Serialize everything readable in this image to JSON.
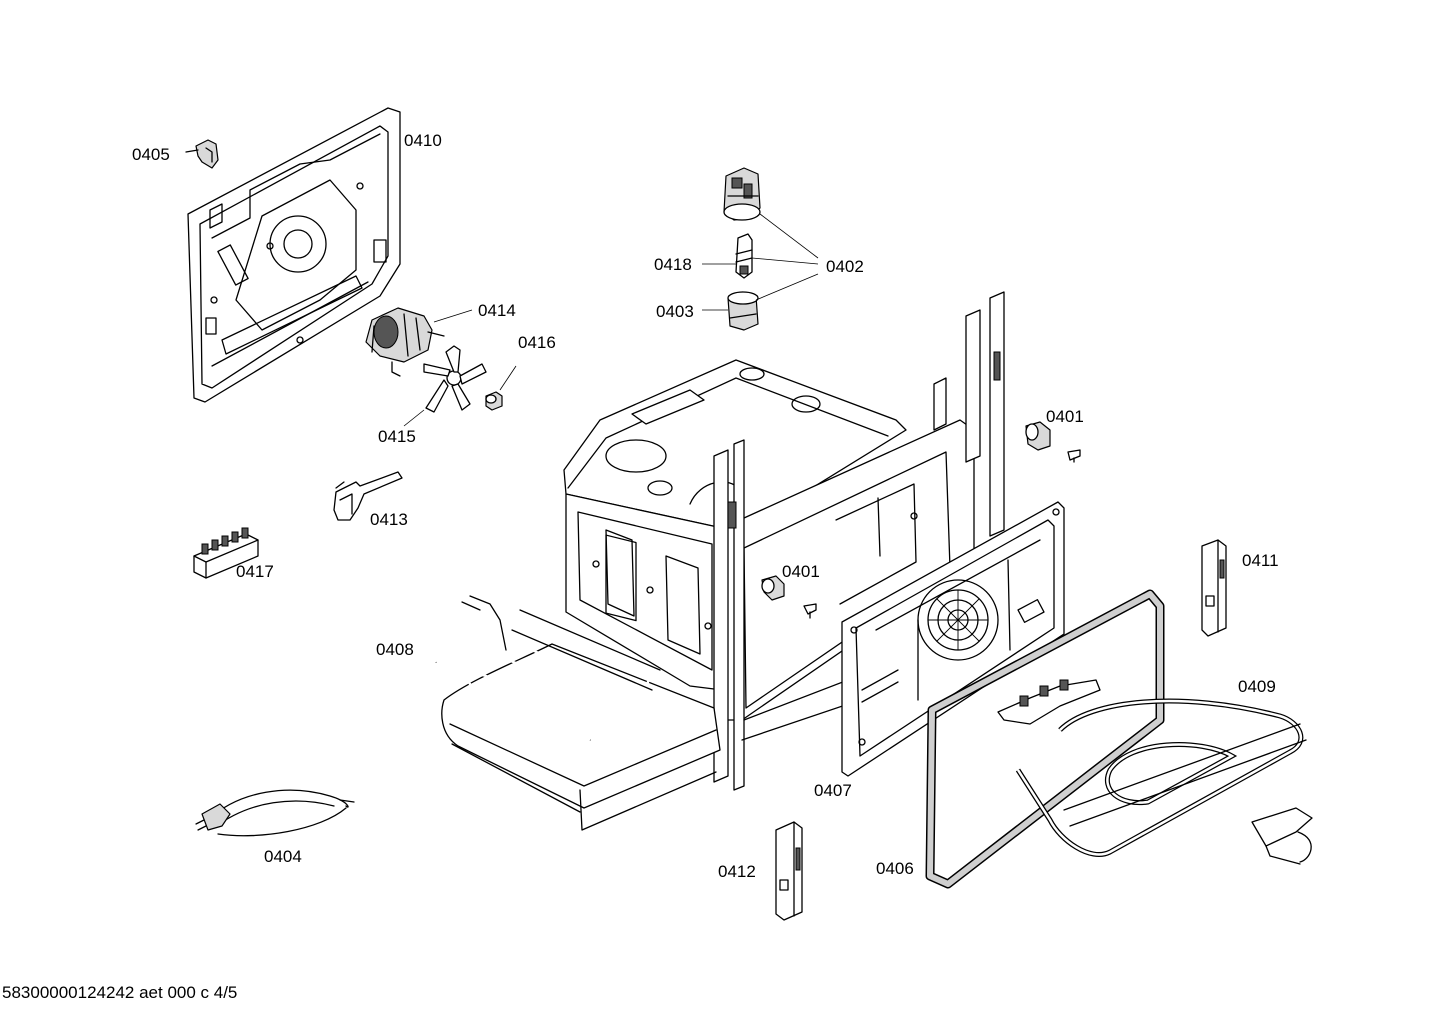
{
  "labels": {
    "p0405": "0405",
    "p0410": "0410",
    "p0414": "0414",
    "p0416": "0416",
    "p0415": "0415",
    "p0413": "0413",
    "p0417": "0417",
    "p0418": "0418",
    "p0402": "0402",
    "p0403": "0403",
    "p0401a": "0401",
    "p0401b": "0401",
    "p0411": "0411",
    "p0408": "0408",
    "p0409": "0409",
    "p0407": "0407",
    "p0406": "0406",
    "p0412": "0412",
    "p0404": "0404"
  },
  "footer": {
    "code": "58300000124242 aet 000 c 4/5"
  }
}
